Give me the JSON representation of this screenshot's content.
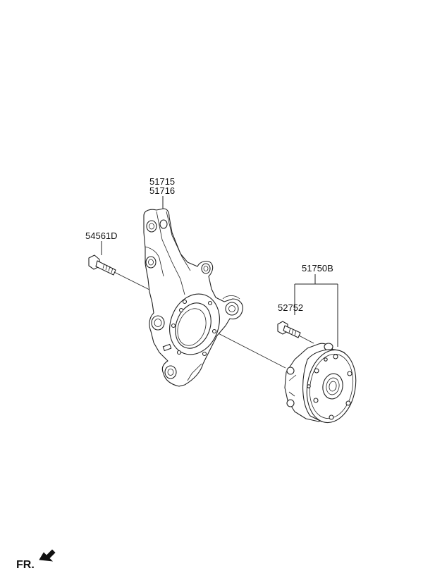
{
  "labels": {
    "knuckle_1": "51715",
    "knuckle_2": "51716",
    "bolt": "54561D",
    "hub_assembly": "51750B",
    "hub_bolt": "52752",
    "direction": "FR."
  }
}
